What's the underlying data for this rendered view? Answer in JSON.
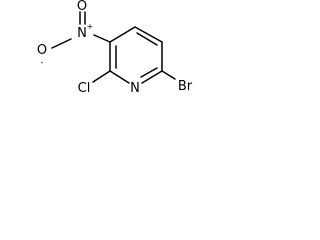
{
  "molecule": {
    "atoms": {
      "nitrogen_ring": "N",
      "chlorine": "Cl",
      "bromine": "Br",
      "nitro_nitrogen": "N",
      "nitro_nitrogen_charge": "+",
      "nitro_oxygen_top": "O",
      "nitro_oxygen_left": "O",
      "nitro_oxygen_left_charge": "-"
    }
  }
}
